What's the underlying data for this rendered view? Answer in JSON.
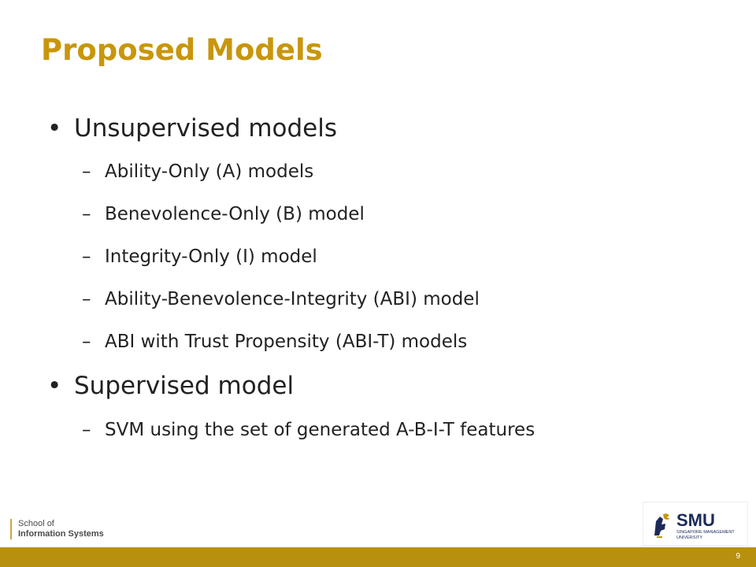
{
  "slide": {
    "title": "Proposed Models",
    "page_number": "9"
  },
  "bullets": [
    {
      "text": "Unsupervised models",
      "marker": "•",
      "subitems": [
        {
          "marker": "–",
          "text": "Ability-Only (A) models"
        },
        {
          "marker": "–",
          "text": "Benevolence-Only (B) model"
        },
        {
          "marker": "–",
          "text": "Integrity-Only (I) model"
        },
        {
          "marker": "–",
          "text": "Ability-Benevolence-Integrity (ABI) model"
        },
        {
          "marker": "–",
          "text": "ABI with Trust Propensity (ABI-T) models"
        }
      ]
    },
    {
      "text": "Supervised model",
      "marker": "•",
      "subitems": [
        {
          "marker": "–",
          "text": "SVM using the set of generated A-B-I-T features"
        }
      ]
    }
  ],
  "footer": {
    "school_line1": "School of",
    "school_line2": "Information Systems",
    "logo_text": "SMU",
    "logo_subtext_line1": "SINGAPORE MANAGEMENT",
    "logo_subtext_line2": "UNIVERSITY"
  },
  "colors": {
    "title": "#c8960c",
    "footer_bar": "#b8900f",
    "body_text": "#222222",
    "smu_navy": "#1c2a5a"
  }
}
